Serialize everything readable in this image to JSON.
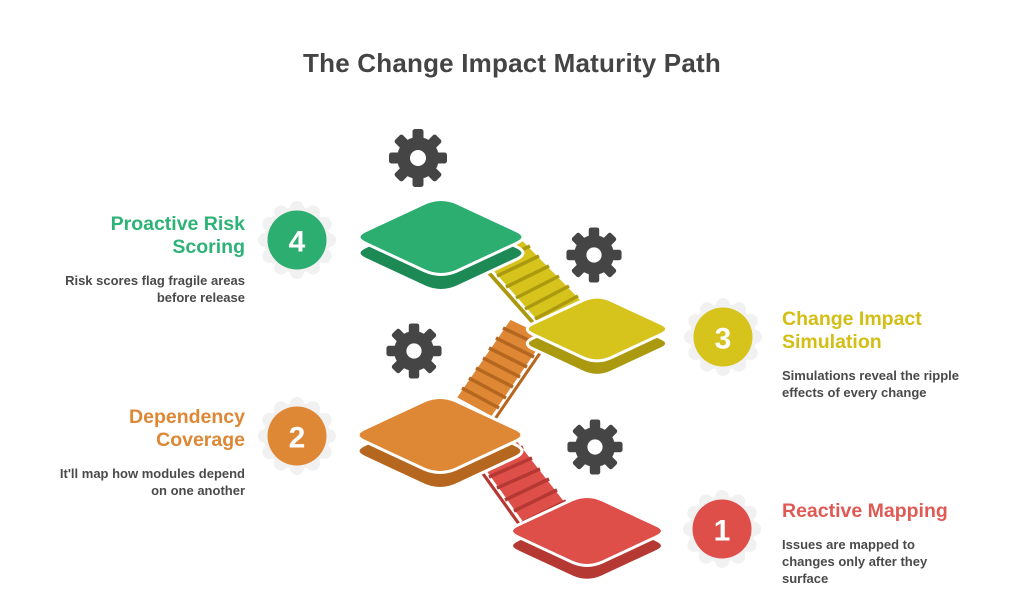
{
  "title": "The Change Impact Maturity Path",
  "colors": {
    "green": "#2BAE70",
    "yellow": "#D6C31C",
    "orange": "#DE8735",
    "red": "#DE4F4A",
    "text_dark": "#454545"
  },
  "steps": [
    {
      "number": "1",
      "label": "Reactive Mapping",
      "description": "Issues are mapped to changes only after they surface",
      "color": "#DE4F4A",
      "icon": "gear",
      "side": "right"
    },
    {
      "number": "2",
      "label": "Dependency Coverage",
      "description": "It'll map how modules depend on one another",
      "color": "#DE8735",
      "icon": "gear",
      "side": "left"
    },
    {
      "number": "3",
      "label": "Change Impact Simulation",
      "description": "Simulations reveal the ripple effects of every change",
      "color": "#D6C31C",
      "icon": "gear",
      "side": "right"
    },
    {
      "number": "4",
      "label": "Proactive Risk Scoring",
      "description": "Risk scores flag fragile areas before release",
      "color": "#2BAE70",
      "icon": "gear",
      "side": "left"
    }
  ]
}
